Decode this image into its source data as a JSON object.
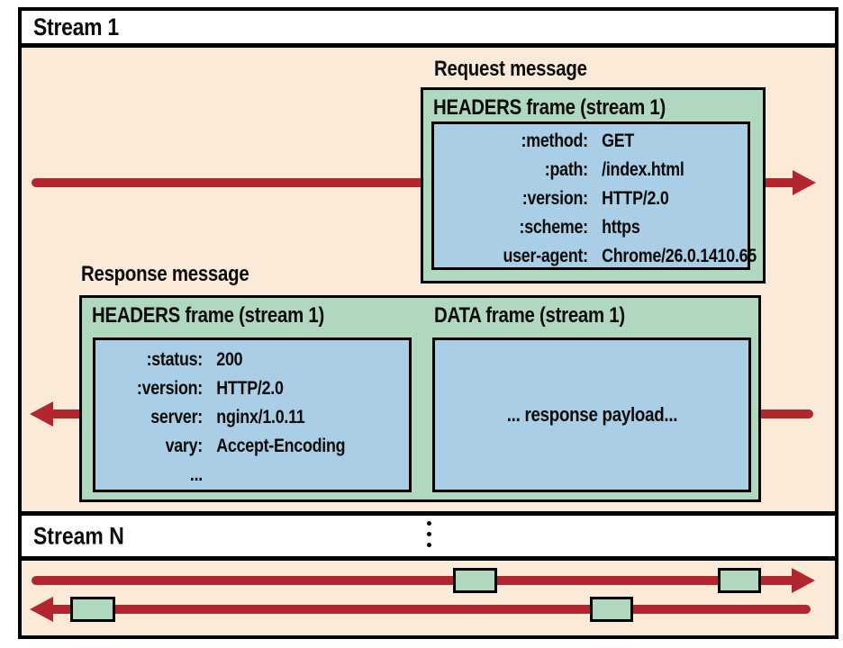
{
  "colors": {
    "background_peach": "#fcead8",
    "frame_green": "#b0d8bf",
    "payload_blue": "#a9cee5",
    "arrow_red": "#b2262e",
    "border_black": "#000000"
  },
  "stream1": {
    "label": "Stream 1",
    "request": {
      "message_label": "Request message",
      "frame_title": "HEADERS frame (stream 1)",
      "headers": [
        {
          "key": ":method:",
          "value": "GET"
        },
        {
          "key": ":path:",
          "value": "/index.html"
        },
        {
          "key": ":version:",
          "value": "HTTP/2.0"
        },
        {
          "key": ":scheme:",
          "value": "https"
        },
        {
          "key": "user-agent:",
          "value": "Chrome/26.0.1410.65"
        }
      ]
    },
    "response": {
      "message_label": "Response message",
      "headers_frame_title": "HEADERS frame (stream 1)",
      "data_frame_title": "DATA frame (stream 1)",
      "headers": [
        {
          "key": ":status:",
          "value": "200"
        },
        {
          "key": ":version:",
          "value": "HTTP/2.0"
        },
        {
          "key": "server:",
          "value": "nginx/1.0.11"
        },
        {
          "key": "vary:",
          "value": "Accept-Encoding"
        },
        {
          "key": "...",
          "value": ""
        }
      ],
      "data_payload": "... response payload..."
    }
  },
  "streamN": {
    "label": "Stream N"
  }
}
